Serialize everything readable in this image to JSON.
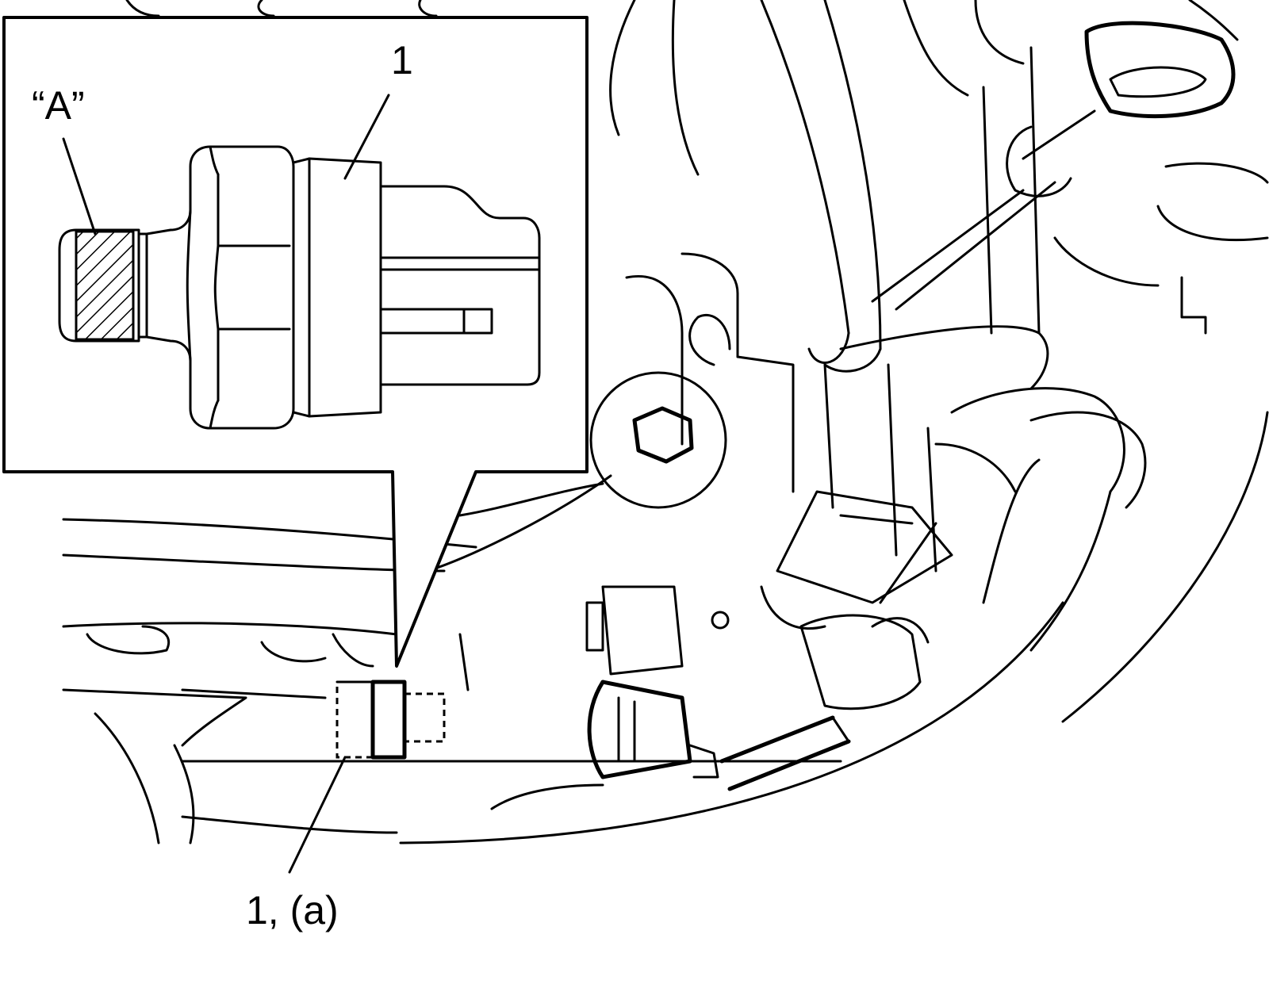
{
  "callouts": {
    "part_number": "1",
    "area_a": "“A”",
    "part_with_torque": "1, (a)"
  }
}
